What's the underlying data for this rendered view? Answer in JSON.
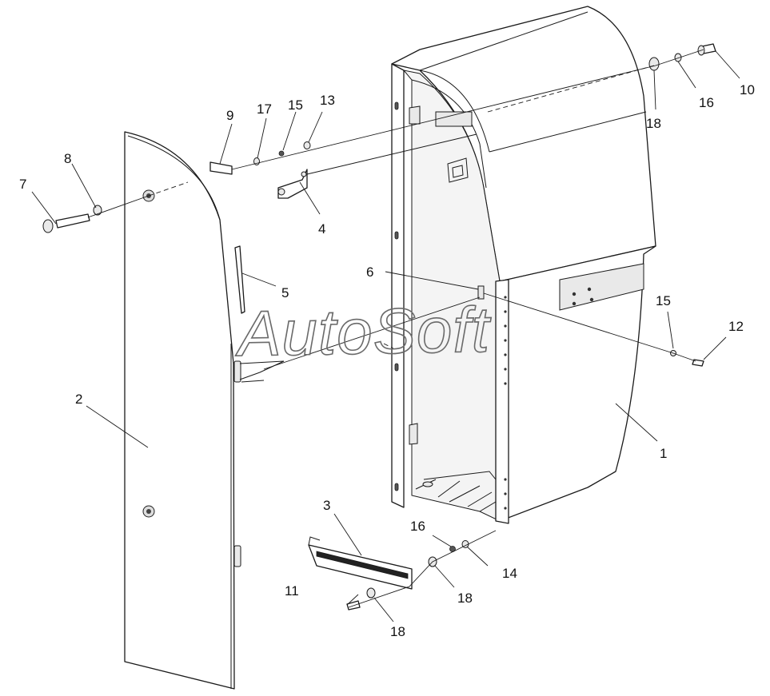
{
  "watermark": "AutoSoft",
  "callouts": {
    "c1": "1",
    "c2": "2",
    "c3": "3",
    "c4": "4",
    "c5": "5",
    "c6": "6",
    "c7": "7",
    "c8": "8",
    "c9": "9",
    "c10": "10",
    "c11": "11",
    "c12": "12",
    "c13": "13",
    "c14": "14",
    "c15a": "15",
    "c15b": "15",
    "c16a": "16",
    "c16b": "16",
    "c17": "17",
    "c18a": "18",
    "c18b": "18",
    "c18c": "18"
  }
}
